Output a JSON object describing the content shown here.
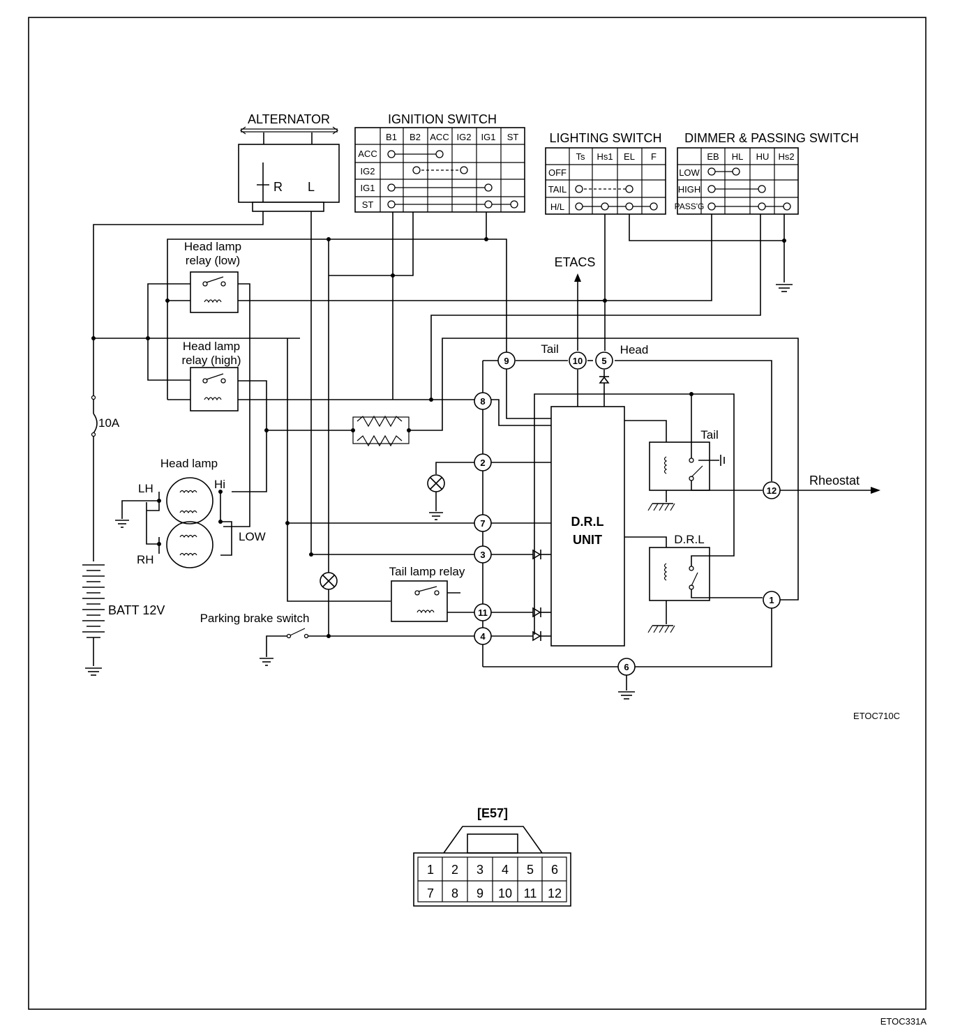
{
  "labels": {
    "alternator": "ALTERNATOR",
    "alt_r": "R",
    "alt_l": "L",
    "ignition_switch": "IGNITION SWITCH",
    "lighting_switch": "LIGHTING SWITCH",
    "dimmer_switch": "DIMMER & PASSING SWITCH",
    "hl_relay_low_1": "Head lamp",
    "hl_relay_low_2": "relay (low)",
    "hl_relay_high_1": "Head lamp",
    "hl_relay_high_2": "relay (high)",
    "fuse": "10A",
    "head_lamp": "Head lamp",
    "lh": "LH",
    "rh": "RH",
    "hi": "Hi",
    "low": "LOW",
    "batt": "BATT 12V",
    "tail_lamp_relay": "Tail lamp relay",
    "parking_brake": "Parking brake switch",
    "etacs": "ETACS",
    "tail": "Tail",
    "head": "Head",
    "unit_1": "D.R.L",
    "unit_2": "UNIT",
    "tail_relay": "Tail",
    "drl_relay": "D.R.L",
    "rheostat": "Rheostat",
    "code1": "ETOC710C",
    "code2": "ETOC331A",
    "connector": "[E57]"
  },
  "ignition": {
    "cols": [
      "B1",
      "B2",
      "ACC",
      "IG2",
      "IG1",
      "ST"
    ],
    "rows": [
      "ACC",
      "IG2",
      "IG1",
      "ST"
    ]
  },
  "lighting": {
    "cols": [
      "Ts",
      "Hs1",
      "EL",
      "F"
    ],
    "rows": [
      "OFF",
      "TAIL",
      "H/L"
    ]
  },
  "dimmer": {
    "cols": [
      "EB",
      "HL",
      "HU",
      "Hs2"
    ],
    "rows": [
      "LOW",
      "HIGH",
      "PASS'G"
    ]
  },
  "pins": [
    "9",
    "10",
    "5",
    "8",
    "2",
    "7",
    "3",
    "11",
    "4",
    "6",
    "12",
    "1"
  ],
  "connector_pins": [
    "1",
    "2",
    "3",
    "4",
    "5",
    "6",
    "7",
    "8",
    "9",
    "10",
    "11",
    "12"
  ]
}
